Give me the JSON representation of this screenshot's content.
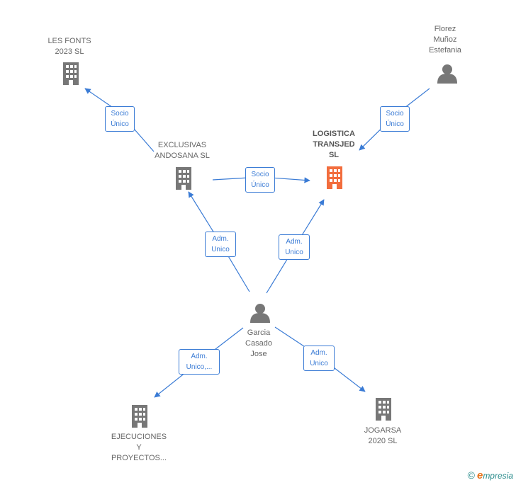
{
  "nodes": {
    "les_fonts": {
      "label": "LES FONTS\n2023  SL"
    },
    "florez": {
      "label": "Florez\nMuñoz\nEstefania"
    },
    "exclusivas": {
      "label": "EXCLUSIVAS\nANDOSANA SL"
    },
    "logistica": {
      "label": "LOGISTICA\nTRANSJED\nSL"
    },
    "garcia": {
      "label": "Garcia\nCasado\nJose"
    },
    "ejecuciones": {
      "label": "EJECUCIONES\nY\nPROYECTOS..."
    },
    "jogarsa": {
      "label": "JOGARSA\n2020  SL"
    }
  },
  "edges": {
    "excl_lesfonts": "Socio\nÚnico",
    "florez_logistica": "Socio\nÚnico",
    "excl_logistica": "Socio\nÚnico",
    "garcia_excl": "Adm.\nUnico",
    "garcia_logistica": "Adm.\nUnico",
    "garcia_ejec": "Adm.\nUnico,...",
    "garcia_jogarsa": "Adm.\nUnico"
  },
  "colors": {
    "edge": "#3a7bd5",
    "node_gray": "#777777",
    "node_highlight": "#f26d3d"
  },
  "footer": {
    "copyright": "©",
    "brand_first": "e",
    "brand_rest": "mpresia"
  }
}
